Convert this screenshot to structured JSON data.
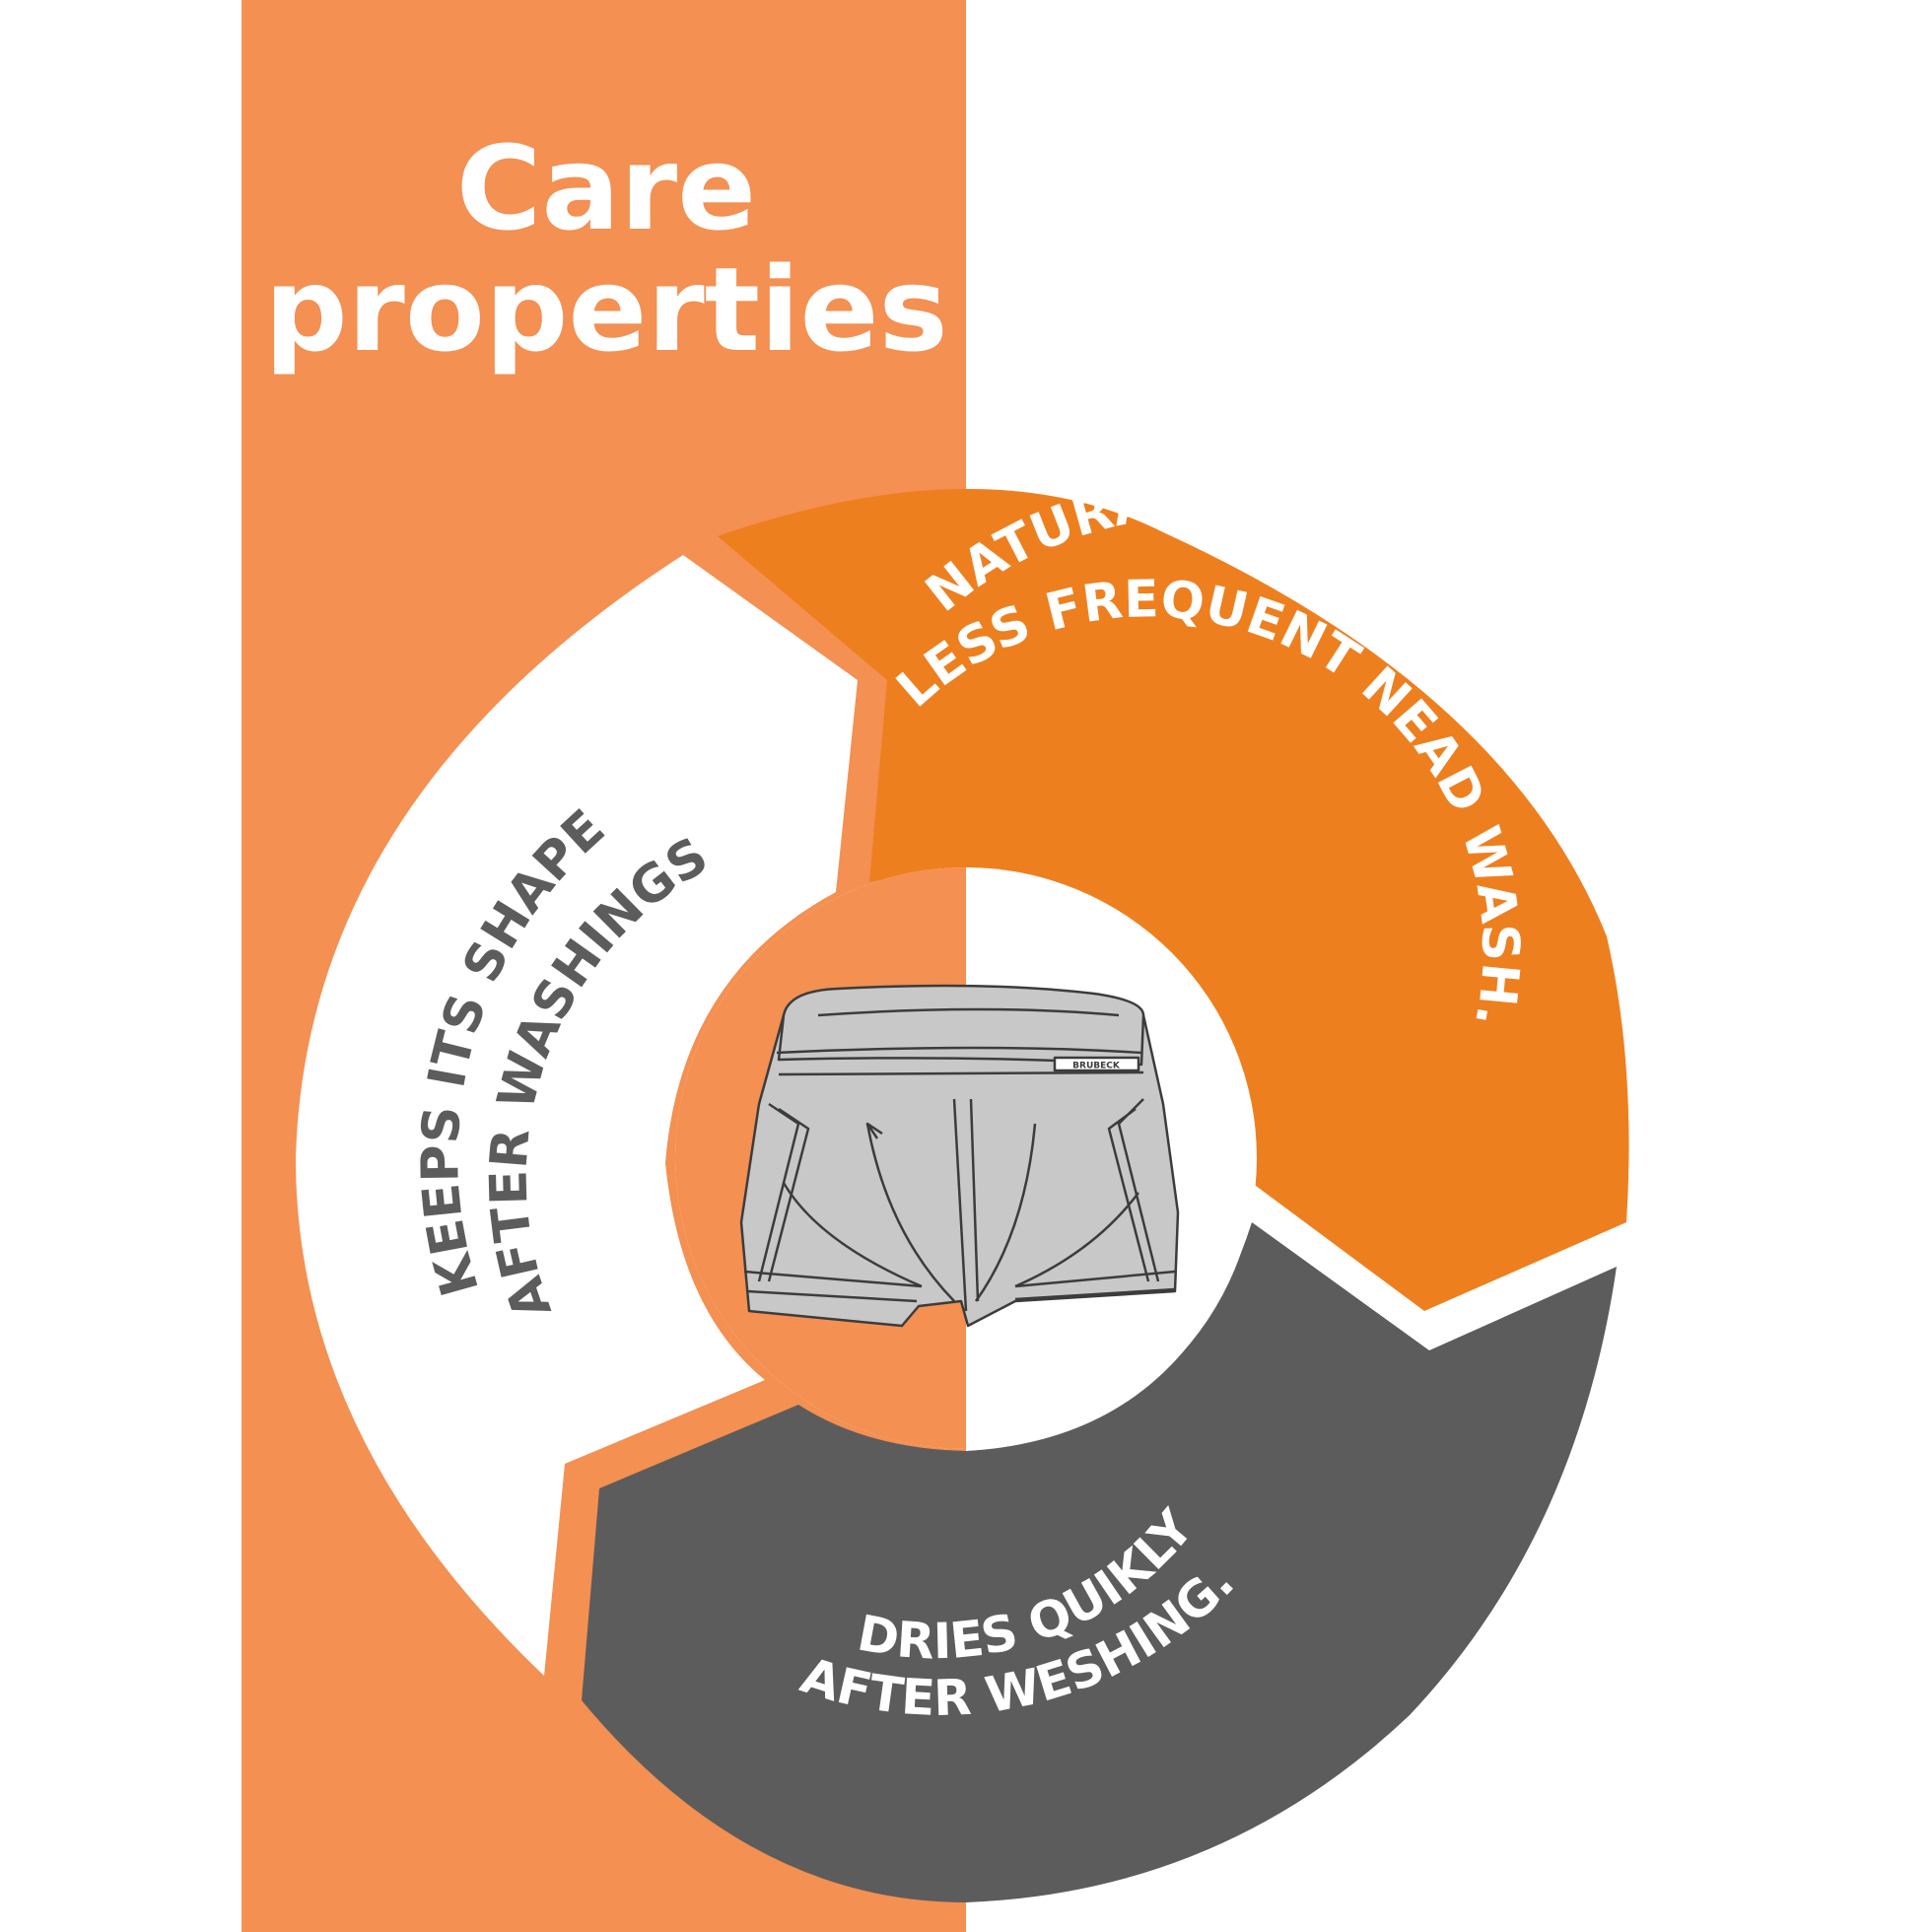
{
  "title": {
    "line1": "Care",
    "line2": "properties"
  },
  "segments": {
    "top_right": {
      "line1": "NATURAL ODOR RESISTANCE -",
      "line2": "LESS FREQUENT NEAD WASH."
    },
    "bottom": {
      "line1": "DRIES QUIKLY",
      "line2": "AFTER WESHING."
    },
    "left": {
      "line1": "KEEPS ITS SHAPE",
      "line2": "AFTER WASHINGS."
    }
  },
  "product": {
    "brand": "BRUBECK"
  },
  "colors": {
    "background": "#ffffff",
    "stripe": "#f39052",
    "segment_orange": "#ee7f1f",
    "segment_gray": "#5c5c5c",
    "segment_white": "#ffffff",
    "text_light": "#ffffff",
    "text_dark": "#5c5c5c",
    "garment_fill": "#c8c8c8",
    "garment_line": "#3c3c3c"
  }
}
